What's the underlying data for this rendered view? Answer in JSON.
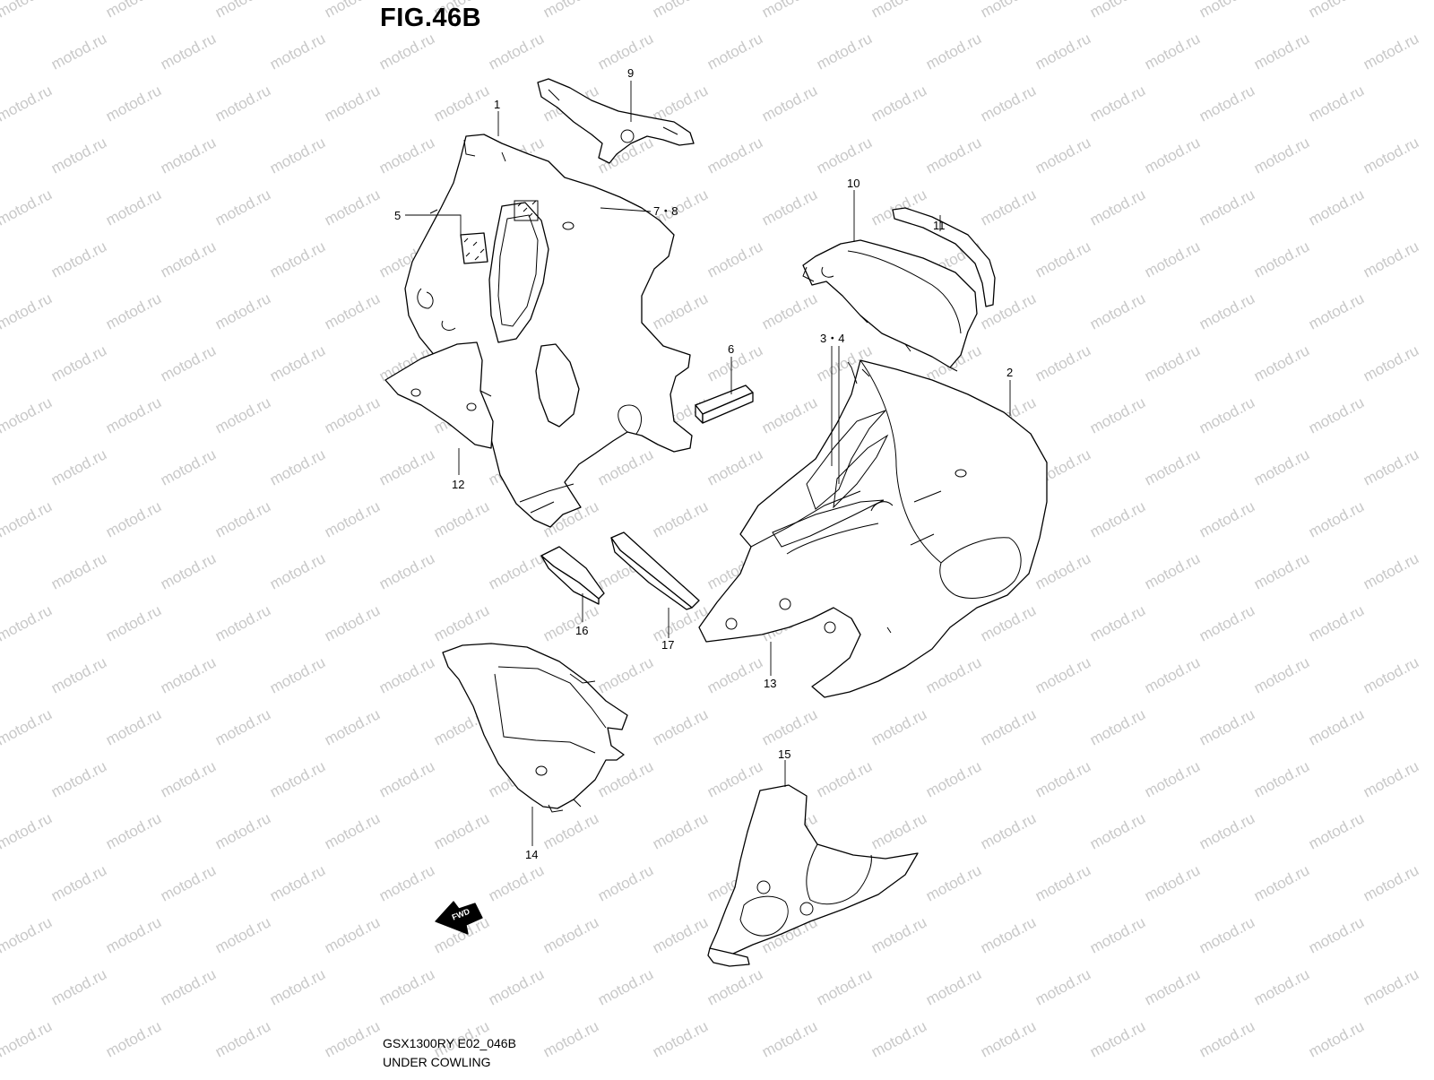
{
  "figure": {
    "title": "FIG.46B",
    "model_code": "GSX1300RY E02_046B",
    "section_name": "UNDER COWLING",
    "watermark_text": "motod.ru",
    "fwd_label": "FWD"
  },
  "callouts": {
    "c1": "1",
    "c2": "2",
    "c34": "3・4",
    "c5": "5",
    "c6": "6",
    "c78": "7・8",
    "c9": "9",
    "c10": "10",
    "c11": "11",
    "c12": "12",
    "c13": "13",
    "c14": "14",
    "c15": "15",
    "c16": "16",
    "c17": "17"
  },
  "colors": {
    "line": "#000000",
    "watermark": "#c8c8c8",
    "background": "#ffffff"
  }
}
